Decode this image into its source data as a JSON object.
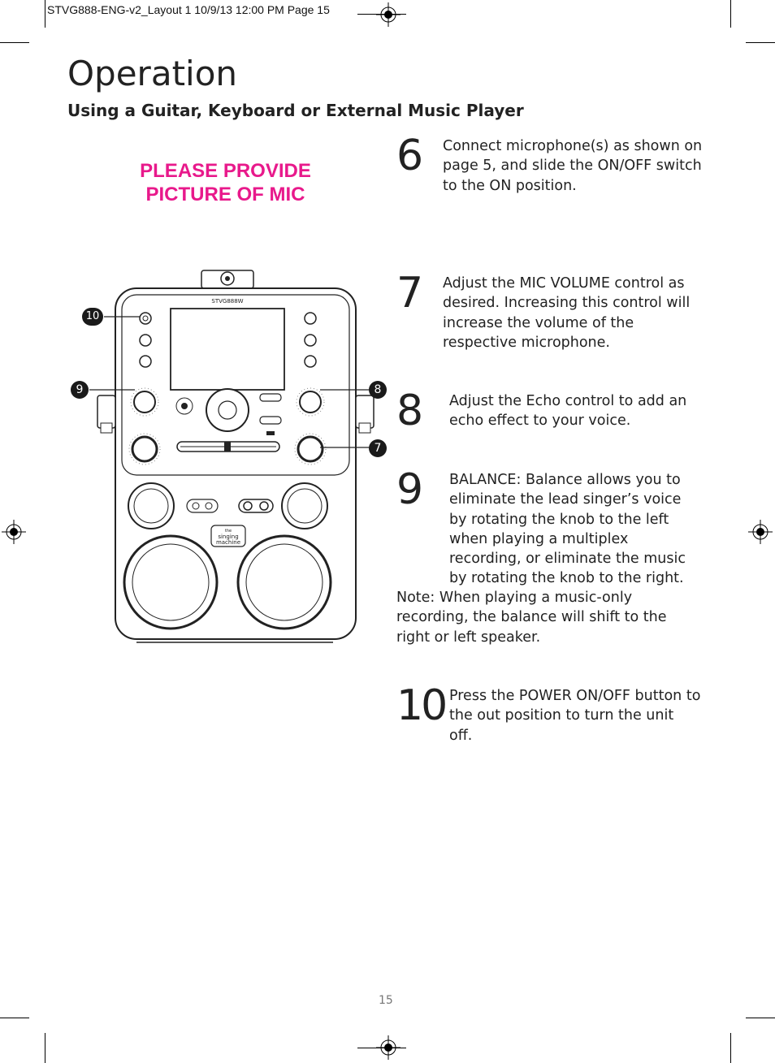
{
  "slug": "STVG888-ENG-v2_Layout 1  10/9/13  12:00 PM  Page 15",
  "title": "Operation",
  "subtitle": "Using a Guitar, Keyboard or External Music Player",
  "placeholder": {
    "line1": "PLEASE PROVIDE",
    "line2": "PICTURE OF MIC"
  },
  "device": {
    "model_label": "STVG888W",
    "logo_line1": "the",
    "logo_line2": "singing",
    "logo_line3": "machine",
    "callouts": [
      "10",
      "9",
      "8",
      "7"
    ]
  },
  "steps": [
    {
      "number": "6",
      "text": "Connect microphone(s) as shown on page 5, and slide the ON/OFF switch to the ON position."
    },
    {
      "number": "7",
      "text": "Adjust the MIC VOLUME control as desired. Increasing this control will increase the volume of the respective microphone."
    },
    {
      "number": "8",
      "text": "Adjust the Echo control to add an echo effect to your voice."
    },
    {
      "number": "9",
      "label": "BALANCE:",
      "text": " Balance allows you to eliminate the lead singer’s voice by rotating the knob to the left when playing a multiplex recording, or eliminate the music by rotating the knob to the right."
    },
    {
      "number": "10",
      "text": "Press the POWER ON/OFF button to the out position to turn the unit off."
    }
  ],
  "note": {
    "label": "Note:",
    "text": " When playing a music-only recording, the balance will shift to the right or left speaker."
  },
  "page_number": "15"
}
